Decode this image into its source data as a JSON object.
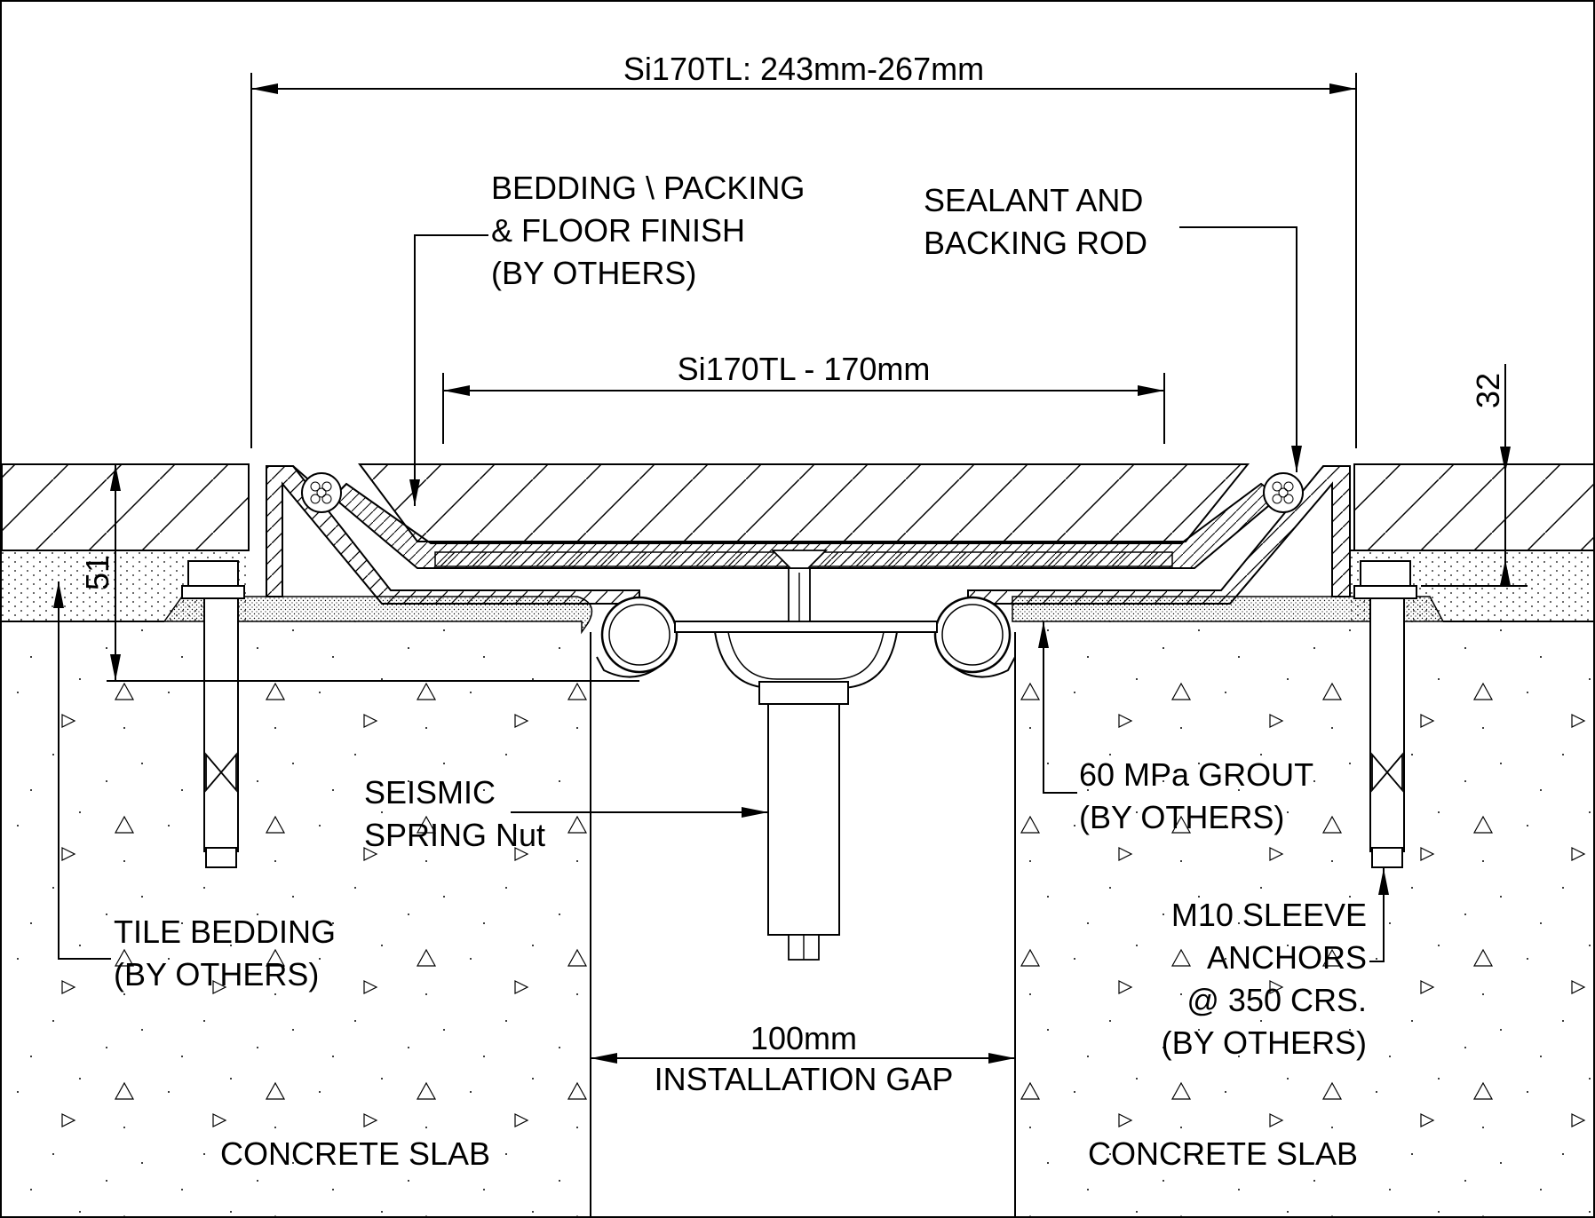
{
  "dimensions": {
    "overall": "Si170TL: 243mm-267mm",
    "cover_width": "Si170TL - 170mm",
    "installation_gap_value": "100mm",
    "installation_gap_label": "INSTALLATION GAP",
    "height_left": "51",
    "height_right": "32"
  },
  "labels": {
    "bedding_line1": "BEDDING \\ PACKING",
    "bedding_line2": "& FLOOR FINISH",
    "bedding_line3": "(BY OTHERS)",
    "sealant_line1": "SEALANT AND",
    "sealant_line2": "BACKING ROD",
    "seismic_line1": "SEISMIC",
    "seismic_line2": "SPRING Nut",
    "grout_line1": "60 MPa GROUT",
    "grout_line2": "(BY OTHERS)",
    "tile_line1": "TILE BEDDING",
    "tile_line2": "(BY OTHERS)",
    "anchor_line1": "M10 SLEEVE",
    "anchor_line2": "ANCHORS",
    "anchor_line3": "@ 350 CRS.",
    "anchor_line4": "(BY OTHERS)",
    "concrete_left": "CONCRETE SLAB",
    "concrete_right": "CONCRETE SLAB"
  },
  "colors": {
    "line": "#000000",
    "background": "#ffffff"
  }
}
